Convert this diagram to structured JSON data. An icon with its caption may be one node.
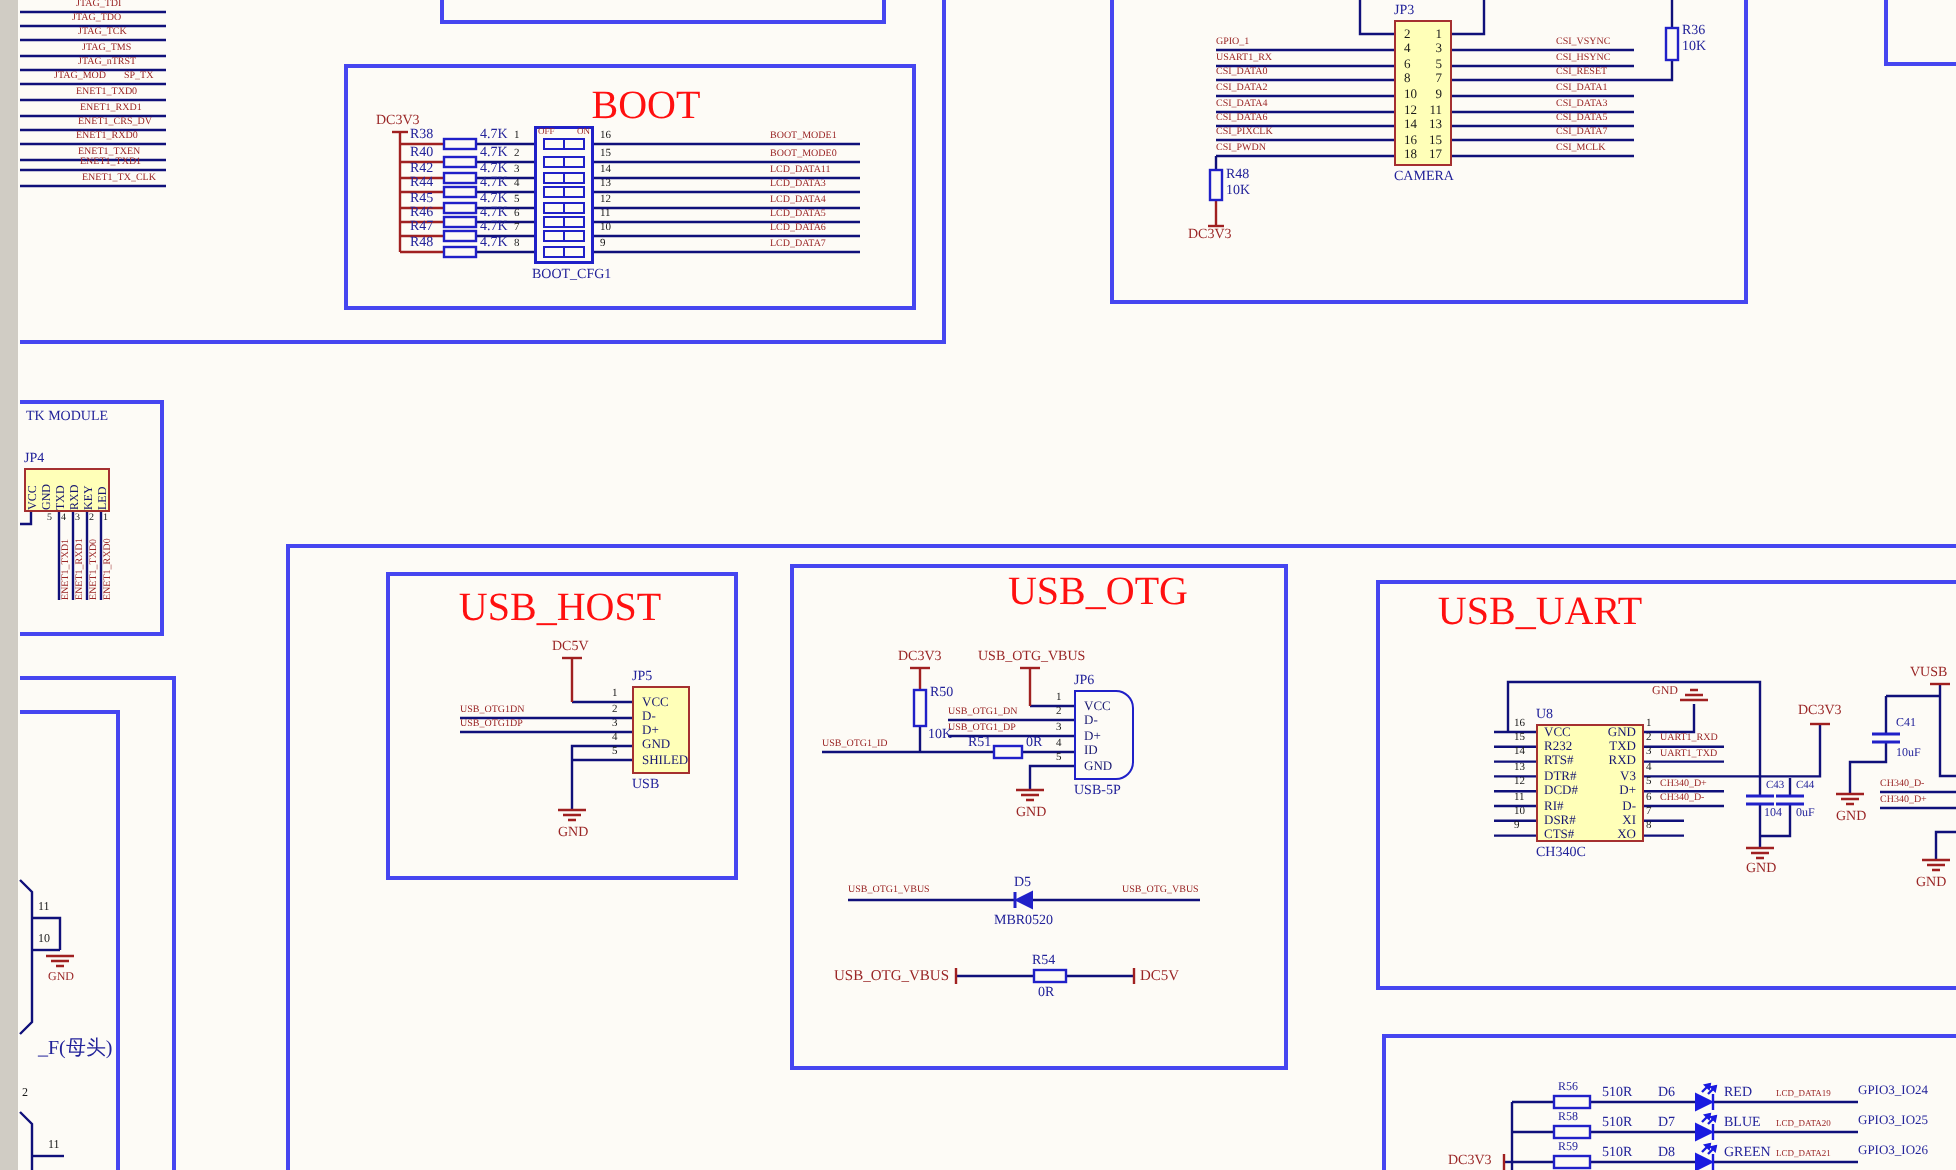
{
  "diagram": {
    "nodes": [
      {
        "text": [],
        "shape": "box"
      },
      {
        "text": [],
        "shape": "box",
        "in": 0
      },
      {
        "text": [
          "BOOT"
        ],
        "in": 0
      },
      {
        "text": [
          "OFF",
          "ON"
        ],
        "in": 2,
        "beside": [
          "BOOT_CFG1"
        ]
      },
      {
        "text": [],
        "shape": "box"
      },
      {
        "text": [
          "2",
          "1",
          "4",
          "3",
          "6",
          "5",
          "8",
          "7",
          "10",
          "9",
          "12",
          "11",
          "14",
          "13",
          "16",
          "15",
          "18",
          "17"
        ],
        "in": 4,
        "beside": [
          "JP3",
          "CAMERA"
        ]
      },
      {
        "text": [],
        "shape": "box"
      },
      {
        "text": [
          "TK MODULE"
        ]
      },
      {
        "text": [
          "VCC",
          "GND",
          "TXD",
          "RXD",
          "KEY",
          "LED"
        ],
        "in": 7,
        "beside": [
          "JP4"
        ]
      },
      {
        "text": [],
        "shape": "box"
      },
      {
        "text": [],
        "shape": "box",
        "in": 9
      },
      {
        "text": [],
        "shape": "box"
      },
      {
        "text": [
          "USB_HOST"
        ],
        "in": 11
      },
      {
        "text": [
          "VCC",
          "D-",
          "D+",
          "GND",
          "SHILED"
        ],
        "in": 12,
        "beside": [
          "JP5",
          "USB"
        ]
      },
      {
        "text": [
          "USB_OTG"
        ],
        "in": 11
      },
      {
        "text": [
          "VCC",
          "D-",
          "D+",
          "ID",
          "GND"
        ],
        "in": 14,
        "beside": [
          "JP6",
          "USB-5P"
        ]
      },
      {
        "text": [
          "USB_UART"
        ],
        "in": 11
      },
      {
        "text": [
          "VCC",
          "GND",
          "R232",
          "TXD",
          "RTS#",
          "RXD",
          "DTR#",
          "V3",
          "DCD#",
          "D+",
          "RI#",
          "D-",
          "DSR#",
          "XI",
          "CTS#",
          "XO"
        ],
        "in": 16,
        "beside": [
          "U8",
          "CH340C"
        ]
      },
      {
        "text": [],
        "shape": "box",
        "in": 11
      }
    ],
    "labels": [
      "JTAG_TDI",
      "JTAG_TDO",
      "JTAG_TCK",
      "JTAG_TMS",
      "JTAG_nTRST",
      "JTAG_MOD",
      "SP_TX",
      "ENET1_TXD0",
      "ENET1_RXD1",
      "ENET1_CRS_DV",
      "ENET1_RXD0",
      "ENET1_TXEN",
      "ENET1_TXD1",
      "ENET1_TX_CLK",
      "DC3V3",
      "R38",
      "4.7K",
      "1",
      "16",
      "BOOT_MODE1",
      "R40",
      "4.7K",
      "2",
      "15",
      "BOOT_MODE0",
      "R42",
      "4.7K",
      "3",
      "14",
      "LCD_DATA11",
      "R44",
      "4.7K",
      "4",
      "13",
      "LCD_DATA3",
      "R45",
      "4.7K",
      "5",
      "12",
      "LCD_DATA4",
      "R46",
      "4.7K",
      "6",
      "11",
      "LCD_DATA5",
      "R47",
      "4.7K",
      "7",
      "10",
      "LCD_DATA6",
      "R48",
      "4.7K",
      "8",
      "9",
      "LCD_DATA7",
      "GPIO_1",
      "CSI_VSYNC",
      "USART1_RX",
      "CSI_HSYNC",
      "CSI_DATA0",
      "CSI_RESET",
      "CSI_DATA2",
      "CSI_DATA1",
      "CSI_DATA4",
      "CSI_DATA3",
      "CSI_DATA6",
      "CSI_DATA5",
      "CSI_PIXCLK",
      "CSI_DATA7",
      "CSI_PWDN",
      "CSI_MCLK",
      "R36",
      "10K",
      "R48",
      "10K",
      "DC3V3",
      "5",
      "4",
      "3",
      "2",
      "1",
      "ENET1_TXD1",
      "ENET1_RXD1",
      "ENET1_TXD0",
      "ENET1_RXD0",
      "11",
      "10",
      "GND",
      "_F(母头)",
      "2",
      "11",
      "DC5V",
      "1",
      "USB_OTG1DN",
      "2",
      "USB_OTG1DP",
      "3",
      "4",
      "5",
      "GND",
      "DC3V3",
      "USB_OTG_VBUS",
      "R50",
      "1",
      "USB_OTG1_DN",
      "2",
      "USB_OTG1_DP",
      "3",
      "USB_OTG1_ID",
      "R51",
      "0R",
      "4",
      "10K",
      "5",
      "GND",
      "D5",
      "USB_OTG1_VBUS",
      "USB_OTG_VBUS",
      "MBR0520",
      "R54",
      "USB_OTG_VBUS",
      "DC5V",
      "0R",
      "GND",
      "16",
      "1",
      "15",
      "2",
      "14",
      "3",
      "13",
      "4",
      "12",
      "5",
      "11",
      "6",
      "10",
      "7",
      "9",
      "8",
      "UART1_RXD",
      "UART1_TXD",
      "CH340_D+",
      "CH340_D-",
      "DC3V3",
      "C43",
      "C44",
      "104",
      "0uF",
      "GND",
      "VUSB",
      "C41",
      "10uF",
      "GND",
      "CH340_D-",
      "CH340_D+",
      "GND",
      "R56",
      "510R",
      "D6",
      "RED",
      "LCD_DATA19",
      "GPIO3_IO24",
      "R58",
      "510R",
      "D7",
      "BLUE",
      "LCD_DATA20",
      "GPIO3_IO25",
      "R59",
      "510R",
      "D8",
      "GREEN",
      "LCD_DATA21",
      "GPIO3_IO26",
      "DC3V3"
    ]
  }
}
